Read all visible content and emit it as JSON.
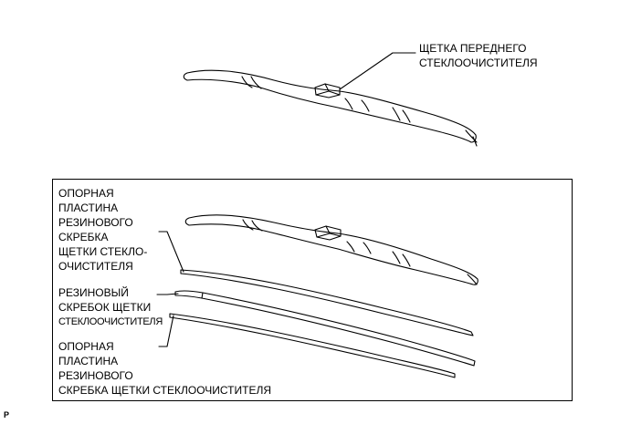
{
  "labels": {
    "front_blade": [
      "ЩЕТКА ПЕРЕДНЕГО",
      "СТЕКЛООЧИСТИТЕЛЯ"
    ],
    "backing_plate_top": [
      "ОПОРНАЯ",
      "ПЛАСТИНА",
      "РЕЗИНОВОГО",
      "СКРЕБКА",
      "ЩЕТКИ СТЕКЛО-",
      "ОЧИСТИТЕЛЯ"
    ],
    "rubber": [
      "РЕЗИНОВЫЙ",
      "СКРЕБОК ЩЕТКИ",
      "СТЕКЛООЧИСТИТЕЛЯ"
    ],
    "backing_plate_bottom": [
      "ОПОРНАЯ",
      "ПЛАСТИНА",
      "РЕЗИНОВОГО",
      "СКРЕБКА ЩЕТКИ СТЕКЛООЧИСТИТЕЛЯ"
    ]
  },
  "figure_code": "P"
}
